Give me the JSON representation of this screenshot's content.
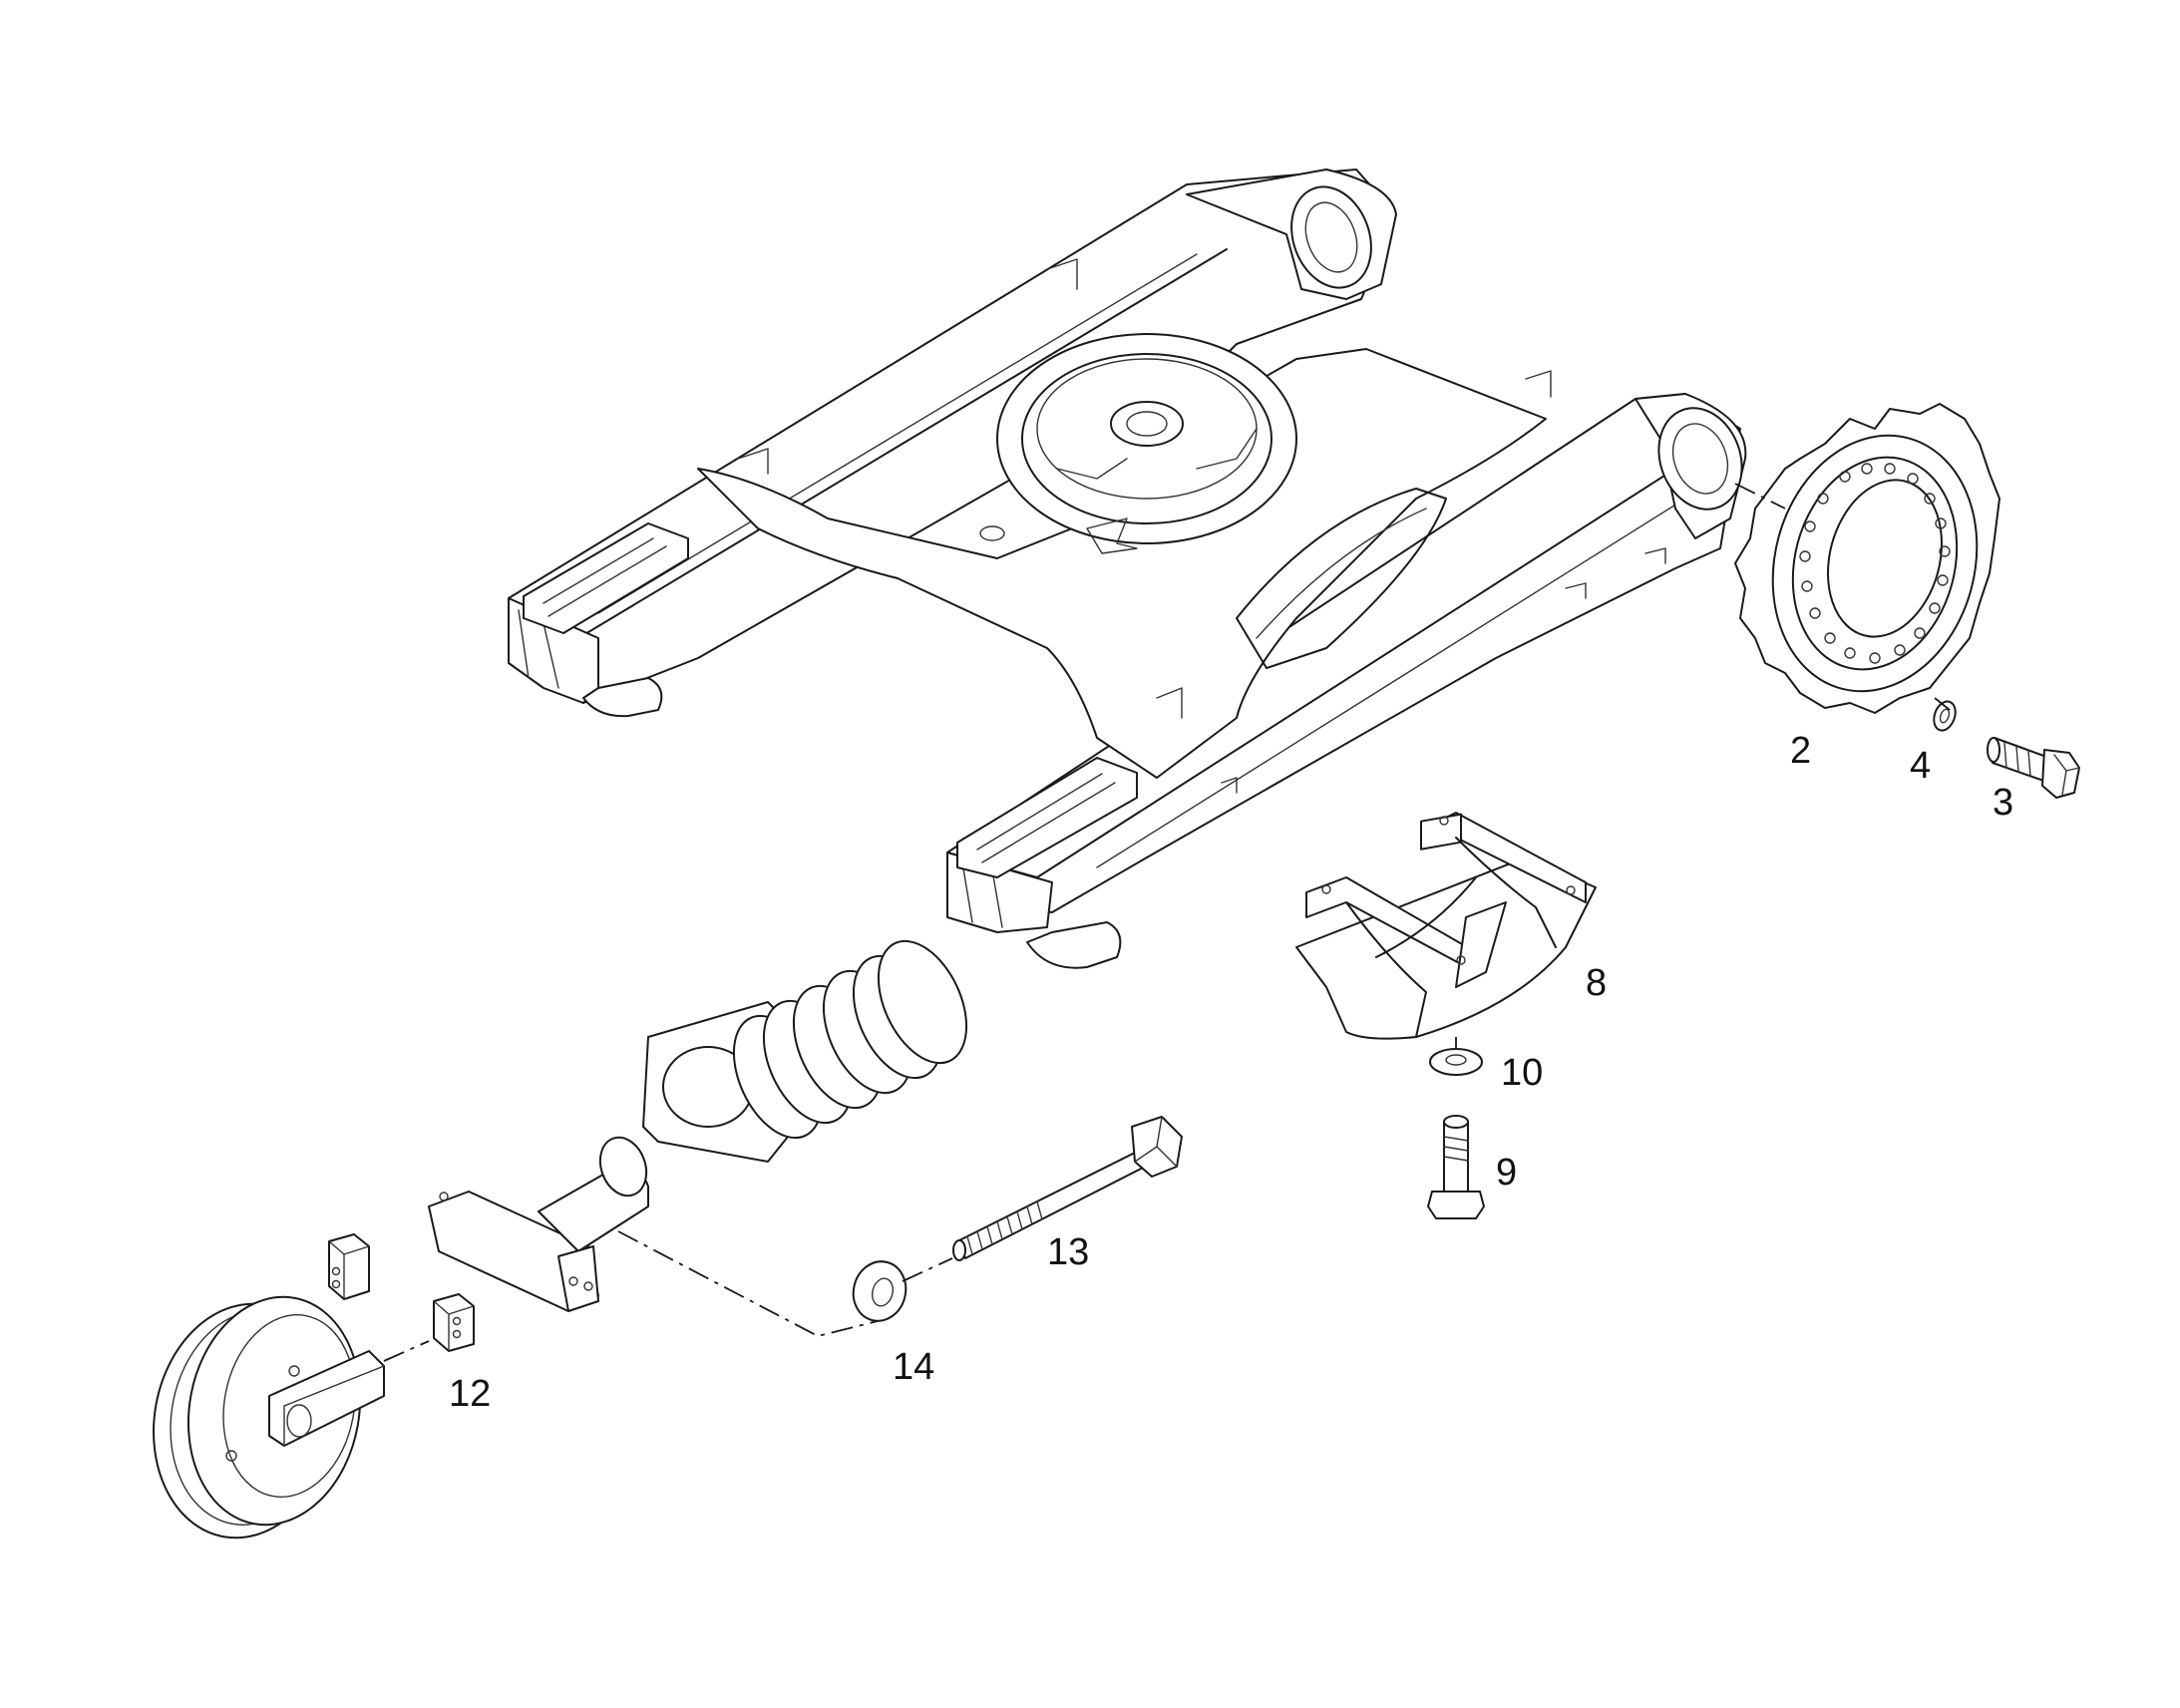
{
  "callouts": {
    "c2": "2",
    "c3": "3",
    "c4": "4",
    "c8": "8",
    "c9": "9",
    "c10": "10",
    "c12": "12",
    "c13": "13",
    "c14": "14"
  }
}
